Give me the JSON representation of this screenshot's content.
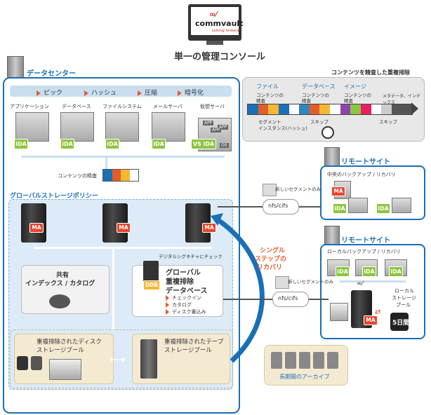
{
  "console": {
    "brand": "commvault",
    "tagline": "solving forward",
    "title": "単一の管理コンソール"
  },
  "datacenter": {
    "title": "データセンター",
    "operations": [
      "ピック",
      "ハッシュ",
      "圧縮",
      "暗号化"
    ],
    "sources": [
      "アプリケーション",
      "データベース",
      "ファイルシステム",
      "メールサーバ",
      "仮想サーバ"
    ],
    "agent_badge": "iDA",
    "vs_badge": "VS iDA",
    "app_badges": [
      "APP",
      "APP",
      "APP",
      "OS"
    ],
    "content_refine": "コンテンツの精査"
  },
  "dedup_panel": {
    "title": "コンテンツを精査した重複排除",
    "file_label": "ファイル",
    "database_label": "データベース",
    "image_label": "イメージ",
    "content_header": "コンテンツの",
    "content_header2": "精査",
    "metadata_label": "メタデータ、インデックス",
    "segment_label": "セグメント",
    "instance_label": "インスタンス(ハッシュ)",
    "skip_label": "スキップ"
  },
  "policy": {
    "title": "グローバルストレージポリシー",
    "ma_badge": "MA",
    "signature_check": "デジタルシグネチャにチェック",
    "shared_index": "共有",
    "shared_index2": "インデックス / カタログ",
    "ddb_badge": "DDB",
    "global_dedup_db": "グローバル",
    "global_dedup_db2": "重複排除",
    "global_dedup_db3": "データベース",
    "ddb_items": [
      "チェックイン",
      "カタログ",
      "ディスク書込み"
    ],
    "disk_pool": "重複排除されたディスク",
    "disk_pool2": "ストレージプール",
    "tape_pool": "重複排除されたテープ",
    "tape_pool2": "ストレージプール"
  },
  "remote1": {
    "title": "リモートサイト",
    "subtitle": "中央のバックアップ / リカバリ",
    "new_segments": "新しいセグメントのみ",
    "protocol": "nfs/cifs"
  },
  "remote2": {
    "title": "リモートサイト",
    "subtitle": "ローカルバックアップ / リカバリ",
    "new_segments": "新しいセグメントのみ",
    "protocol": "nfs/cifs",
    "local_storage": "ローカル",
    "local_storage2": "ストレージ",
    "local_storage3": "プール",
    "days": "5日間"
  },
  "single_step": {
    "line1": "シングル",
    "line2": "ステップの",
    "line3": "リカバリ"
  },
  "archive": {
    "label": "長期間のアーカイブ"
  },
  "colors": {
    "accent_blue": "#1a6fb6",
    "light_blue": "#dcebf7",
    "orange": "#e35d2a",
    "green": "#8cc63f",
    "red": "#e8452c",
    "beige": "#f4ead2"
  }
}
